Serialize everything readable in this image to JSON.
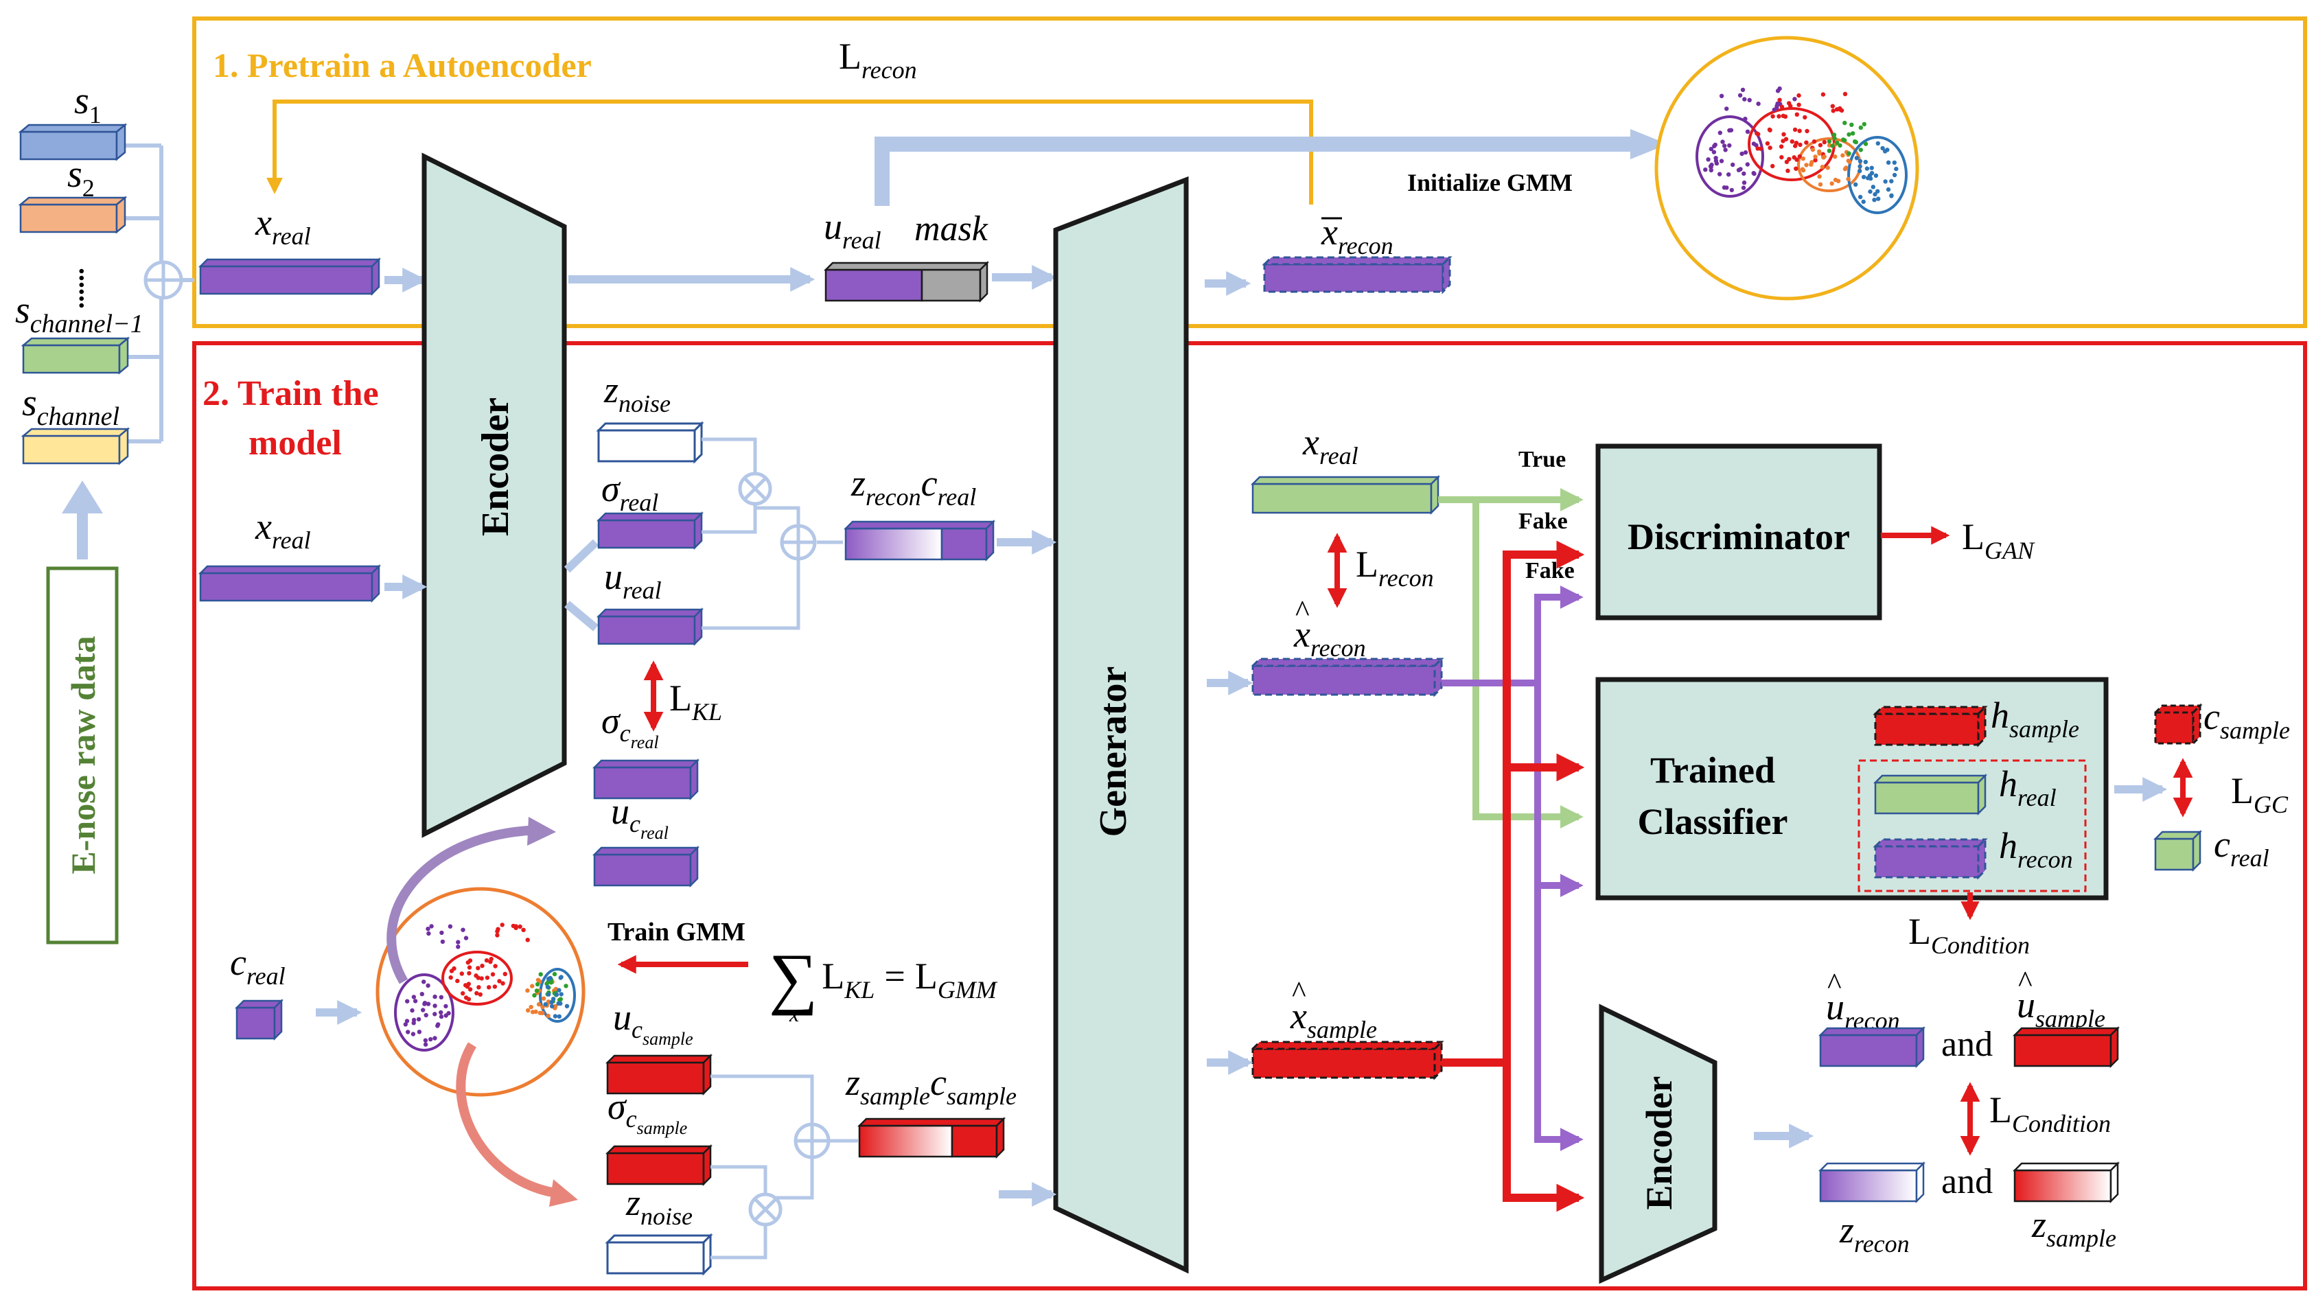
{
  "colors": {
    "gold": "#F2B21B",
    "red": "#E31A1C",
    "blue_arrow": "#B4C7E7",
    "purple": "#8E5BC4",
    "purple_arrow": "#9966CC",
    "green": "#A9D18E",
    "peach": "#F4B183",
    "slate": "#8EA9DB",
    "yellow": "#FFE699",
    "teal_fill": "#CFE6E0",
    "mask_gray": "#A6A6A6"
  },
  "stage1": {
    "title": "1. Pretrain a Autoencoder",
    "initialize_gmm": "Initialize GMM"
  },
  "stage2": {
    "title_line1": "2. Train the",
    "title_line2": "model",
    "train_gmm": "Train GMM"
  },
  "enose": {
    "label": "E-nose raw data"
  },
  "sensors": {
    "s1": {
      "base": "s",
      "sub": "1"
    },
    "s2": {
      "base": "s",
      "sub": "2"
    },
    "dots": "......",
    "s_channel_minus_1": {
      "base": "s",
      "sub": "channel−1"
    },
    "s_channel": {
      "base": "s",
      "sub": "channel"
    }
  },
  "blocks": {
    "encoder": "Encoder",
    "generator": "Generator",
    "discriminator": "Discriminator",
    "classifier_line1": "Trained",
    "classifier_line2": "Classifier",
    "encoder2": "Encoder"
  },
  "discriminator_inputs": {
    "true": "True",
    "fake1": "Fake",
    "fake2": "Fake"
  },
  "math": {
    "x": "x",
    "real": "real",
    "recon": "recon",
    "sample": "sample",
    "noise": "noise",
    "u": "u",
    "z": "z",
    "c": "c",
    "h": "h",
    "sigma": "σ",
    "mask": "mask",
    "L": "L",
    "KL": "KL",
    "GAN": "GAN",
    "GC": "GC",
    "GMM": "GMM",
    "Condition": "Condition",
    "sum": "∑",
    "equals": "=",
    "and": "and",
    "c_real": "c",
    "c_sample": "c",
    "c_sub_real": "real",
    "c_sub_sample": "sample"
  }
}
